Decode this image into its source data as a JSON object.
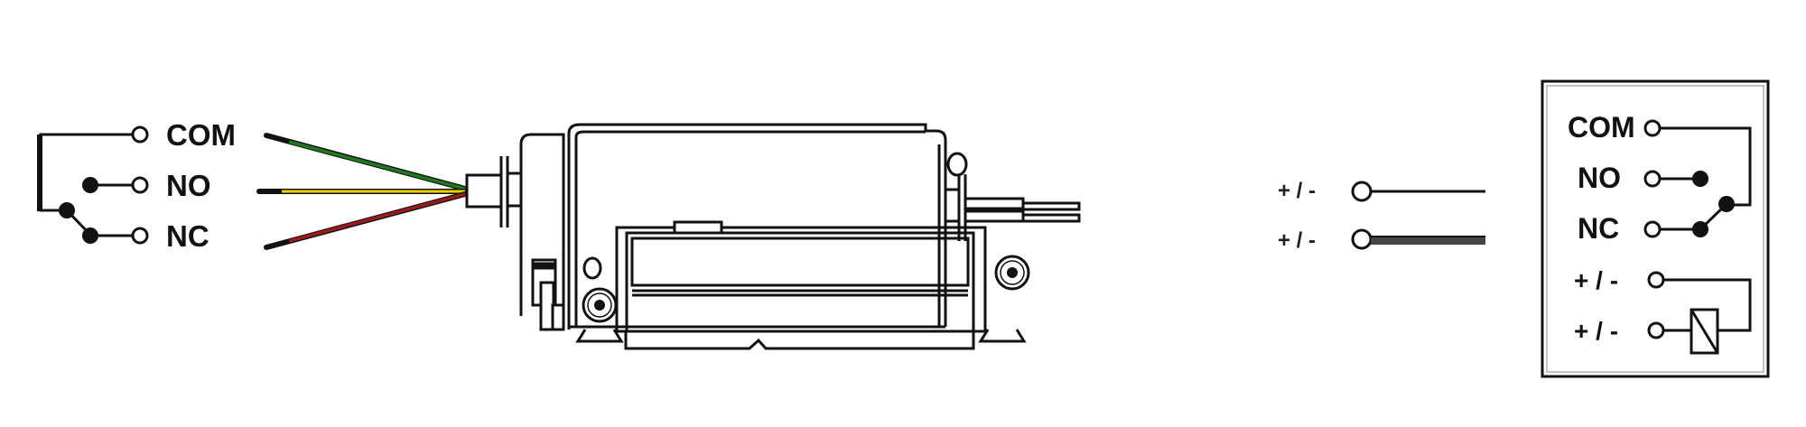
{
  "diagram": {
    "left_schematic": {
      "terminals": [
        {
          "label": "COM"
        },
        {
          "label": "NO"
        },
        {
          "label": "NC"
        }
      ]
    },
    "wires": [
      {
        "name": "green-wire",
        "color": "#1f7a1f"
      },
      {
        "name": "yellow-wire",
        "color": "#e8d400"
      },
      {
        "name": "red-wire",
        "color": "#9b1a1a"
      }
    ],
    "power_leads": [
      {
        "label": "+ / -"
      },
      {
        "label": "+ / -"
      }
    ],
    "right_schematic": {
      "switch_terminals": [
        {
          "label": "COM"
        },
        {
          "label": "NO"
        },
        {
          "label": "NC"
        }
      ],
      "coil_terminals": [
        {
          "label": "+ / -"
        },
        {
          "label": "+ / -"
        }
      ]
    }
  }
}
